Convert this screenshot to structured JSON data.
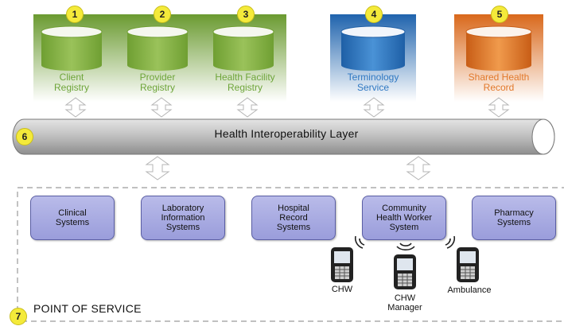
{
  "colors": {
    "registry_green": "#7fae3f",
    "registry_text": "#6ea53a",
    "terminology_blue": "#2f78c2",
    "terminology_text": "#2f78c2",
    "shared_orange": "#e47a22",
    "shared_text": "#e2782a",
    "system_box": "#a6a8e0",
    "badge_yellow": "#f4ea3a"
  },
  "components": [
    {
      "number": "1",
      "label": "Client\nRegistry"
    },
    {
      "number": "2",
      "label": "Provider\nRegistry"
    },
    {
      "number": "3",
      "label": "Health Facility\nRegistry"
    },
    {
      "number": "4",
      "label": "Terminology\nService"
    },
    {
      "number": "5",
      "label": "Shared Health\nRecord"
    }
  ],
  "interoperability_layer": {
    "number": "6",
    "label": "Health Interoperability Layer"
  },
  "point_of_service": {
    "number": "7",
    "label": "POINT OF SERVICE",
    "systems": [
      {
        "label": "Clinical\nSystems"
      },
      {
        "label": "Laboratory\nInformation\nSystems"
      },
      {
        "label": "Hospital\nRecord\nSystems"
      },
      {
        "label": "Community\nHealth Worker\nSystem"
      },
      {
        "label": "Pharmacy\nSystems"
      }
    ],
    "devices": [
      {
        "label": "CHW"
      },
      {
        "label": "CHW\nManager"
      },
      {
        "label": "Ambulance"
      }
    ]
  }
}
